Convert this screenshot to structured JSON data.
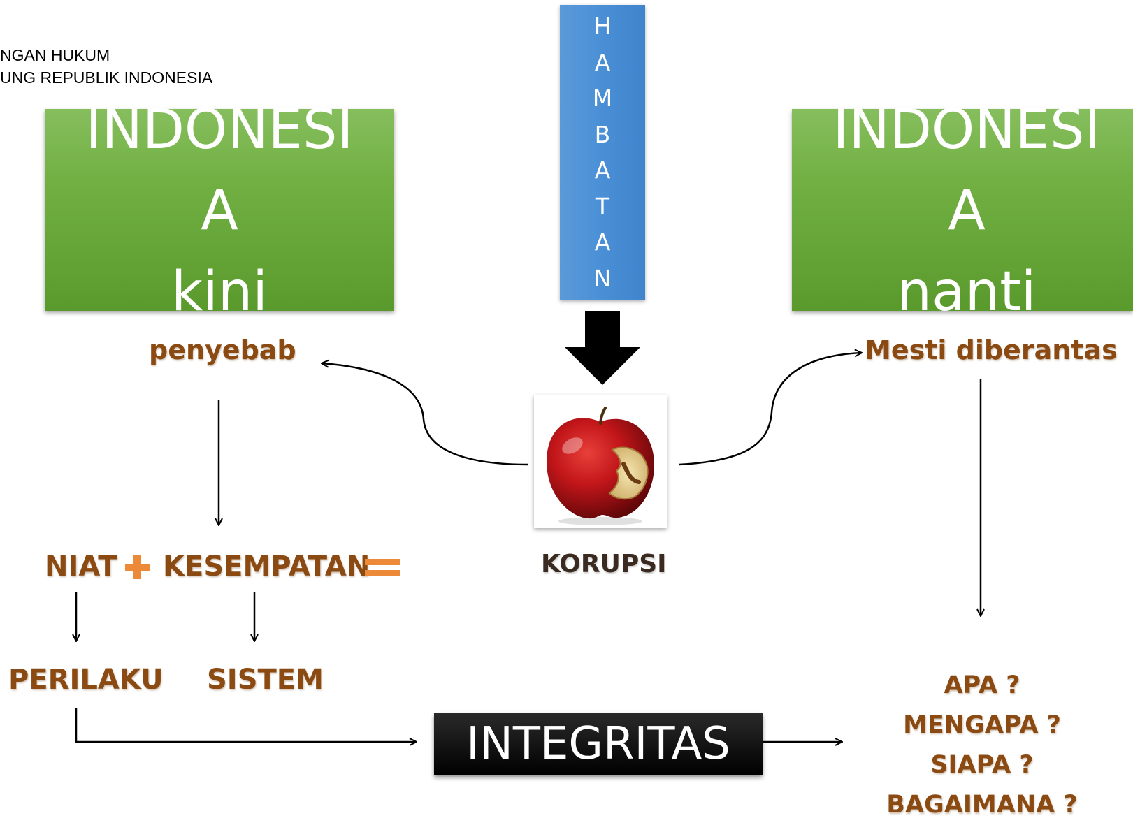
{
  "header": {
    "line1": "NGAN HUKUM",
    "line2": "UNG REPUBLIK INDONESIA"
  },
  "left_box": {
    "line1": "INDONESI",
    "line2": "A",
    "line3": "kini"
  },
  "right_box": {
    "line1": "INDONESI",
    "line2": "A",
    "line3": "nanti"
  },
  "barrier": {
    "letters": [
      "H",
      "A",
      "M",
      "B",
      "A",
      "T",
      "A",
      "N"
    ]
  },
  "labels": {
    "penyebab": "penyebab",
    "mesti_diberantas": "Mesti diberantas",
    "korupsi": "KORUPSI",
    "niat": "NIAT",
    "kesempatan": "KESEMPATAN",
    "perilaku": "PERILAKU",
    "sistem": "SISTEM",
    "integritas": "INTEGRITAS"
  },
  "questions": [
    "APA ?",
    "MENGAPA ?",
    "SIAPA ?",
    "BAGAIMANA ?"
  ],
  "colors": {
    "green": "#72b043",
    "blue": "#4a8fd6",
    "brown_text": "#8a4a12",
    "orange_operator": "#ec8a3a",
    "black_box": "#000000"
  },
  "icons": {
    "center_image": "bitten-apple-icon"
  }
}
